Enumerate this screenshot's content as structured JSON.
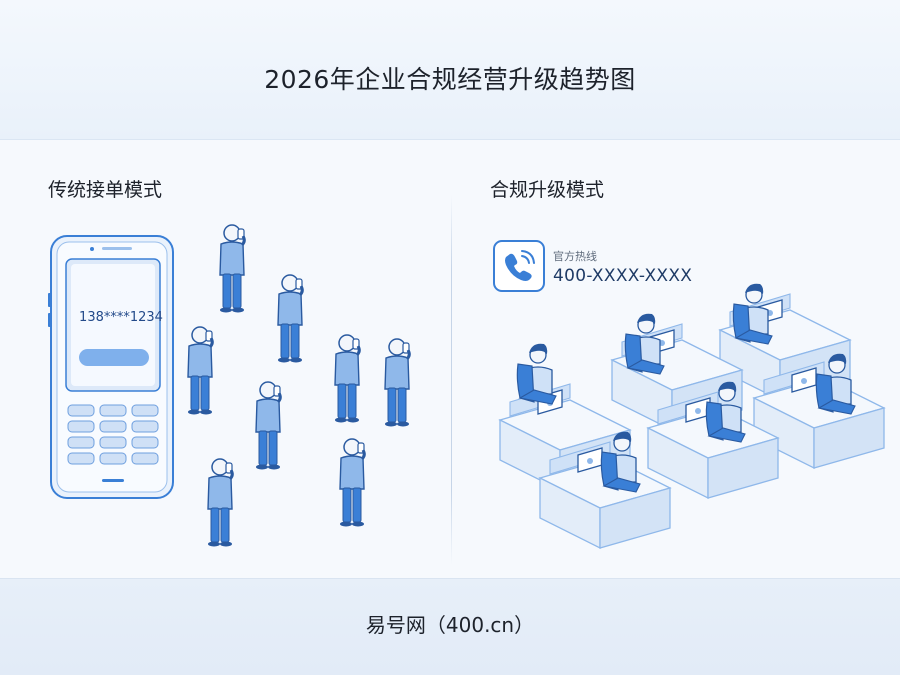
{
  "header": {
    "title": "2026年企业合规经营升级趋势图"
  },
  "left_panel": {
    "title": "传统接单模式",
    "phone_display": "138****1234"
  },
  "right_panel": {
    "title": "合规升级模式",
    "hotline_label": "官方热线",
    "hotline_number": "400-XXXX-XXXX"
  },
  "footer": {
    "text": "易号网（400.cn）"
  },
  "colors": {
    "accent": "#3a7fd6",
    "light_blue": "#cfe1f7",
    "mid_blue": "#8fb8ea",
    "dark_outline": "#2a5aa0"
  }
}
